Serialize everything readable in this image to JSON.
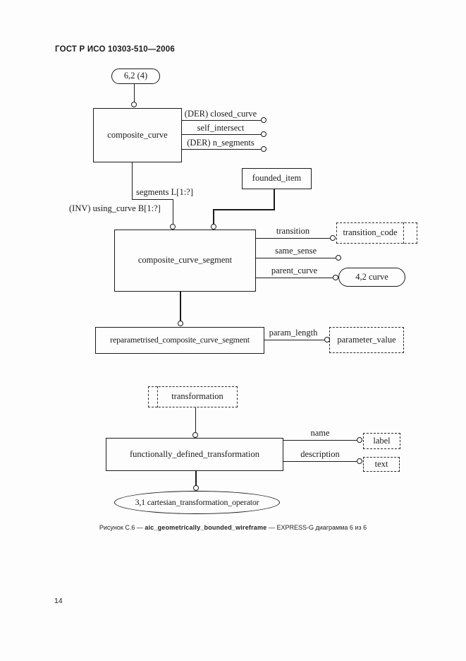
{
  "header": {
    "title": "ГОСТ Р ИСО 10303-510—2006"
  },
  "footer": {
    "page_number": "14"
  },
  "caption": {
    "prefix": "Рисунок С.6 — ",
    "entity": "aic_geometrically_bounded_wireframe",
    "suffix": " — EXPRESS-G диаграмма 6 из 6"
  },
  "diagram": {
    "page_ref": "6,2 (4)",
    "composite_curve": "composite_curve",
    "attr_closed_curve": "(DER) closed_curve",
    "attr_self_intersect": "self_intersect",
    "attr_n_segments": "(DER) n_segments",
    "attr_segments": "segments L[1:?]",
    "attr_using_curve": "(INV) using_curve B[1:?]",
    "founded_item": "founded_item",
    "composite_curve_segment": "composite_curve_segment",
    "attr_transition": "transition",
    "transition_code": "transition_code",
    "attr_same_sense": "same_sense",
    "attr_parent_curve": "parent_curve",
    "curve_ref": "4,2 curve",
    "reparametrised": "reparametrised_composite_curve_segment",
    "attr_param_length": "param_length",
    "parameter_value": "parameter_value",
    "transformation": "transformation",
    "functionally_defined_transformation": "functionally_defined_transformation",
    "attr_name": "name",
    "attr_description": "description",
    "type_label": "label",
    "type_text": "text",
    "cartesian_ref": "3,1 cartesian_transformation_operator"
  },
  "colors": {
    "ink": "#1b1b1b",
    "paper": "#fdfdfd"
  }
}
